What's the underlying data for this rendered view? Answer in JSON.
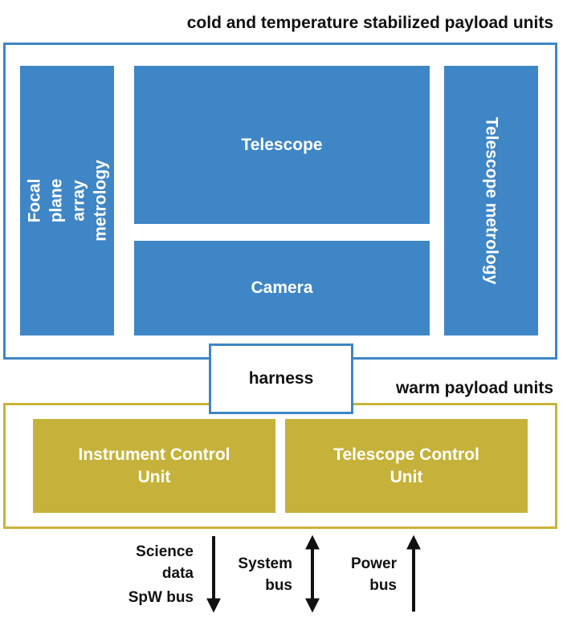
{
  "cold_section": {
    "title": "cold and temperature stabilized payload units",
    "units": {
      "focal_plane": "Focal plane array\nmetrology",
      "telescope": "Telescope",
      "camera": "Camera",
      "telescope_metrology": "Telescope metrology"
    }
  },
  "harness": {
    "label": "harness"
  },
  "warm_section": {
    "title": "warm payload units",
    "units": {
      "icu": "Instrument Control\nUnit",
      "tcu": "Telescope Control\nUnit"
    }
  },
  "buses": {
    "science": {
      "line1": "Science",
      "line2": "data",
      "line3": "SpW bus",
      "direction": "down"
    },
    "system": {
      "line1": "System",
      "line2": "bus",
      "direction": "both"
    },
    "power": {
      "line1": "Power",
      "line2": "bus",
      "direction": "up"
    }
  },
  "colors": {
    "cold_blue": "#3f86c6",
    "warm_gold": "#c6b23a",
    "warm_border": "#c9b33b",
    "text_dark": "#111111"
  }
}
